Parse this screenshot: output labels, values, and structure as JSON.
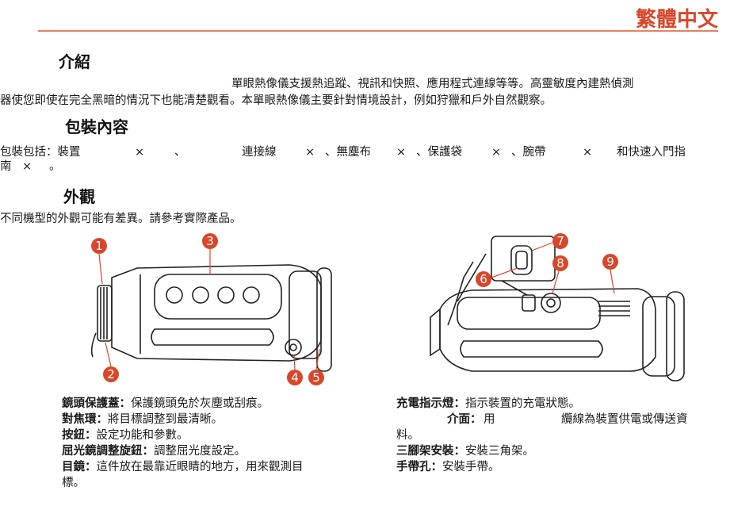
{
  "header": {
    "language": "繁體中文"
  },
  "intro": {
    "title": "介紹",
    "line1": "單眼熱像儀支援熱追蹤、視訊和快照、應用程式連線等等。高靈敏度內建熱偵測",
    "line2": "器使您即使在完全黑暗的情況下也能清楚觀看。本單眼熱像儀主要針對情境設計，例如狩獵和戶外自然觀察。"
  },
  "package": {
    "title": "包裝內容",
    "prefix": "包裝包括：裝置",
    "device_times": "×",
    "sep1": "、",
    "cable": "連接線",
    "cable_times": "×",
    "cloth": "、無塵布",
    "cloth_times": "×",
    "bag": "、保護袋",
    "bag_times": "×",
    "strap": "、腕帶",
    "strap_times": "×",
    "guide_a": "和快速入門指",
    "guide_b": "南",
    "guide_times": "×",
    "end": "。"
  },
  "appearance": {
    "title": "外觀",
    "note": "不同機型的外觀可能有差異。請參考實際產品。"
  },
  "callouts": {
    "colors": {
      "marker": "#d9472b"
    },
    "numbers": [
      "1",
      "2",
      "3",
      "4",
      "5",
      "6",
      "7",
      "8",
      "9"
    ]
  },
  "left_captions": [
    {
      "term": "鏡頭保護蓋：",
      "desc": "保護鏡頭免於灰塵或刮痕。"
    },
    {
      "term": "對焦環：",
      "desc": "將目標調整到最清晰。"
    },
    {
      "term": "按鈕：",
      "desc": "設定功能和參數。"
    },
    {
      "term": "屈光鏡調整旋鈕：",
      "desc": "調整屈光度設定。"
    },
    {
      "term": "目鏡：",
      "desc": "這件放在最靠近眼睛的地方，用來觀測目",
      "cont": "標。"
    }
  ],
  "right_captions": [
    {
      "term": "充電指示燈：",
      "desc": "指示裝置的充電狀態。"
    },
    {
      "term": "介面：",
      "desc": "用",
      "desc2": "纜線為裝置供電或傳送資",
      "cont": "料。"
    },
    {
      "term": "三腳架安裝：",
      "desc": "安裝三角架。"
    },
    {
      "term": "手帶孔：",
      "desc": "安裝手帶。"
    }
  ]
}
